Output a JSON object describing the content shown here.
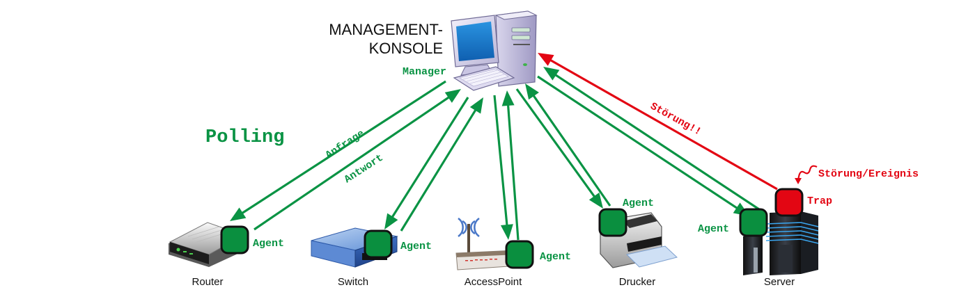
{
  "colors": {
    "green": "#0a9344",
    "red": "#e30613",
    "agent_fill": "#0a8f3f",
    "trap_fill": "#e30613",
    "stroke": "#111111",
    "label_dark": "#111111"
  },
  "console": {
    "title_line1": "MANAGEMENT-",
    "title_line2": "KONSOLE",
    "role_label": "Manager",
    "icon": "desktop-computer-icon"
  },
  "polling": {
    "title": "Polling",
    "request_label": "Anfrage",
    "response_label": "Antwort"
  },
  "devices": [
    {
      "name": "Router",
      "icon": "router-icon",
      "agent_label": "Agent"
    },
    {
      "name": "Switch",
      "icon": "network-switch-icon",
      "agent_label": "Agent"
    },
    {
      "name": "AccessPoint",
      "icon": "wireless-access-point-icon",
      "agent_label": "Agent"
    },
    {
      "name": "Drucker",
      "icon": "printer-icon",
      "agent_label": "Agent"
    },
    {
      "name": "Server",
      "icon": "server-rack-icon",
      "agent_label": "Agent"
    }
  ],
  "trap": {
    "label": "Trap",
    "event_label": "Störung/Ereignis",
    "arrow_label": "Störung!!"
  }
}
